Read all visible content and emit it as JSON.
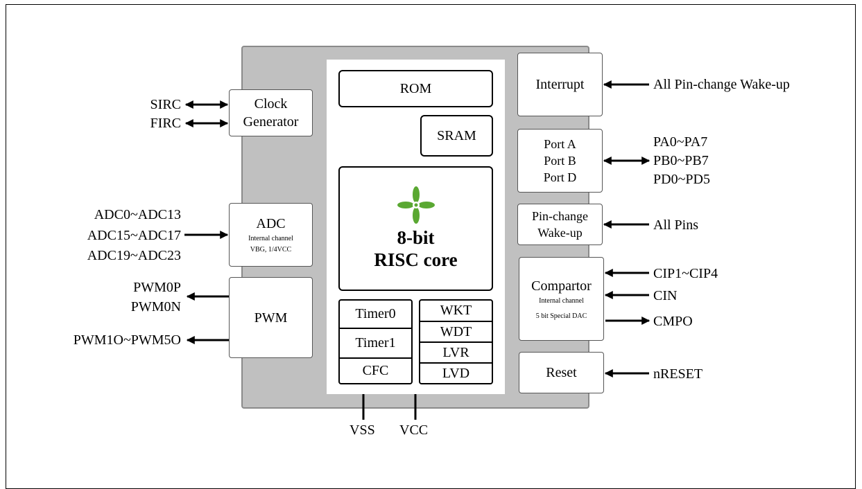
{
  "core": {
    "rom": "ROM",
    "sram": "SRAM",
    "title_line1": "8-bit",
    "title_line2": "RISC core",
    "timers": [
      "Timer0",
      "Timer1",
      "CFC"
    ],
    "watch": [
      "WKT",
      "WDT",
      "LVR",
      "LVD"
    ]
  },
  "left_blocks": {
    "clock": {
      "line1": "Clock",
      "line2": "Generator",
      "signals": [
        "SIRC",
        "FIRC"
      ]
    },
    "adc": {
      "title": "ADC",
      "sub1": "Internal channel",
      "sub2": "VBG, 1/4VCC",
      "signals": [
        "ADC0~ADC13",
        "ADC15~ADC17",
        "ADC19~ADC23"
      ]
    },
    "pwm": {
      "title": "PWM",
      "signals_a": [
        "PWM0P",
        "PWM0N"
      ],
      "signal_b": "PWM1O~PWM5O"
    }
  },
  "right_blocks": {
    "interrupt": {
      "title": "Interrupt",
      "signal": "All Pin-change Wake-up"
    },
    "ports": {
      "lines": [
        "Port A",
        "Port B",
        "Port D"
      ],
      "signals": [
        "PA0~PA7",
        "PB0~PB7",
        "PD0~PD5"
      ]
    },
    "pinchange": {
      "line1": "Pin-change",
      "line2": "Wake-up",
      "signal": "All Pins"
    },
    "comparator": {
      "title": "Compartor",
      "sub1": "Internal channel",
      "sub2": "5 bit Special DAC",
      "inputs": [
        "CIP1~CIP4",
        "CIN"
      ],
      "output": "CMPO"
    },
    "reset": {
      "title": "Reset",
      "signal": "nRESET"
    }
  },
  "power": {
    "vss": "VSS",
    "vcc": "VCC"
  },
  "colors": {
    "chip_fill": "#c0c0c0",
    "logo_green": "#5aa832"
  }
}
